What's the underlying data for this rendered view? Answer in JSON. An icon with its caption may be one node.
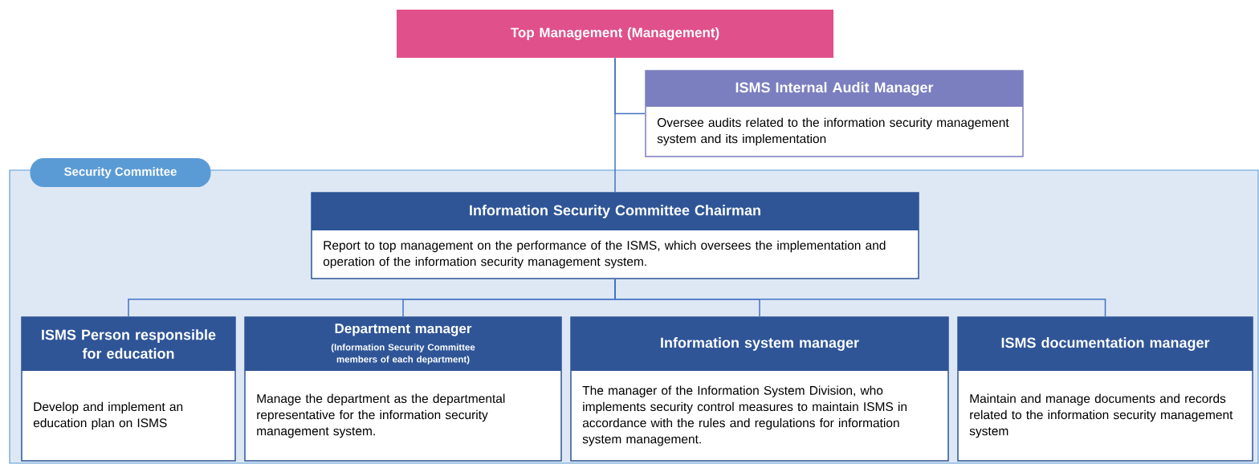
{
  "diagram": {
    "nodes": [
      {
        "text": [
          "Top Management (Management)"
        ]
      },
      {
        "text": [
          "ISMS Internal Audit Manager",
          "Oversee audits related to the information security management system and its implementation"
        ]
      },
      {
        "text": [
          "Security Committee"
        ]
      },
      {
        "text": [
          "Information Security Committee Chairman",
          "Report to top management on the performance of the ISMS, which oversees the implementation and operation of the information security management system."
        ],
        "in": 2
      },
      {
        "text": [
          "ISMS Person responsible for education",
          "Develop and implement an education plan on ISMS"
        ],
        "in": 2
      },
      {
        "text": [
          "Department manager",
          "(Information Security Committee members of each department)",
          "Manage the department as the departmental representative for the information security management system."
        ],
        "in": 2
      },
      {
        "text": [
          "Information system manager",
          "The manager of the Information System Division, who implements security control measures to maintain ISMS in accordance with the rules and regulations for information system management."
        ],
        "in": 2
      },
      {
        "text": [
          "ISMS documentation manager",
          "Maintain and manage documents and records related to the information security management system"
        ],
        "in": 2
      }
    ],
    "edges": [
      {
        "from": 0,
        "to": 1,
        "arrow": "none"
      },
      {
        "from": 0,
        "to": 3,
        "arrow": "none"
      },
      {
        "from": 3,
        "to": 4,
        "arrow": "none"
      },
      {
        "from": 3,
        "to": 5,
        "arrow": "none"
      },
      {
        "from": 3,
        "to": 6,
        "arrow": "none"
      },
      {
        "from": 3,
        "to": 7,
        "arrow": "none"
      }
    ]
  }
}
